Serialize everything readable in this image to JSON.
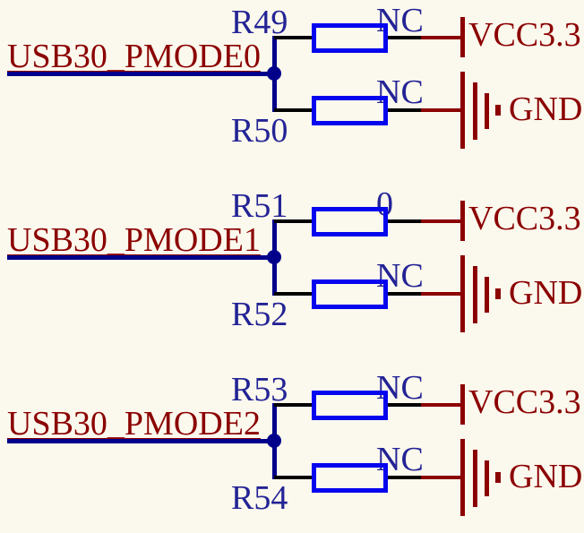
{
  "diagram_type": "circuit-schematic",
  "colors": {
    "background": "#fbf8ed",
    "wire": "#00008b",
    "pin": "#000000",
    "component_outline": "#0505ee",
    "component_text": "#232396",
    "power_and_net_text": "#8b0000"
  },
  "groups": [
    {
      "net_label": "USB30_PMODE0",
      "pullup": {
        "designator": "R49",
        "value": "NC",
        "power_net": "VCC3.3"
      },
      "pulldown": {
        "designator": "R50",
        "value": "NC",
        "power_net": "GND"
      }
    },
    {
      "net_label": "USB30_PMODE1",
      "pullup": {
        "designator": "R51",
        "value": "0",
        "power_net": "VCC3.3"
      },
      "pulldown": {
        "designator": "R52",
        "value": "NC",
        "power_net": "GND"
      }
    },
    {
      "net_label": "USB30_PMODE2",
      "pullup": {
        "designator": "R53",
        "value": "NC",
        "power_net": "VCC3.3"
      },
      "pulldown": {
        "designator": "R54",
        "value": "NC",
        "power_net": "GND"
      }
    }
  ]
}
